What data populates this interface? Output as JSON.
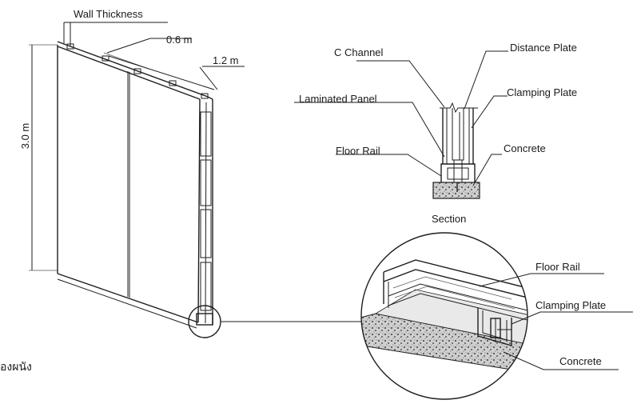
{
  "left_drawing": {
    "wall_thickness_label": "Wall Thickness",
    "width_panel_label": "0.6 m",
    "width_total_label": "1.2 m",
    "height_label": "3.0 m"
  },
  "section": {
    "c_channel_label": "C Channel",
    "distance_plate_label": "Distance Plate",
    "laminated_panel_label": "Laminated Panel",
    "clamping_plate_label": "Clamping Plate",
    "floor_rail_label": "Floor Rail",
    "concrete_label": "Concrete",
    "caption": "Section"
  },
  "detail": {
    "floor_rail_label": "Floor Rail",
    "clamping_plate_label": "Clamping Plate",
    "concrete_label": "Concrete"
  },
  "partial_caption": "องผนัง"
}
